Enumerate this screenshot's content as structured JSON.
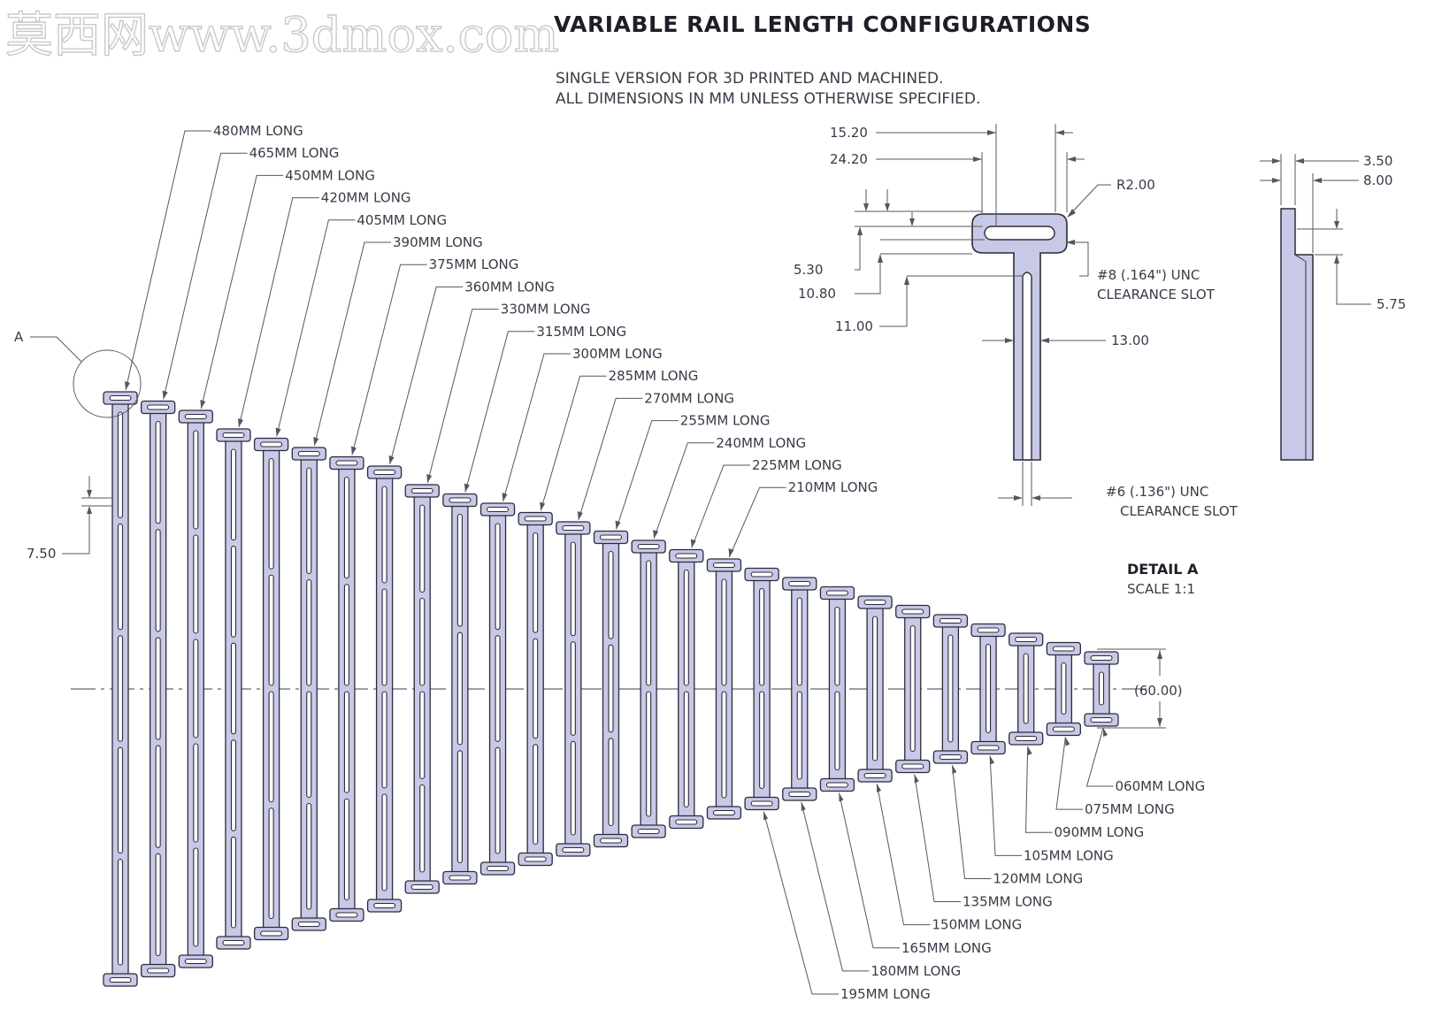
{
  "header": {
    "watermark": "莫西网www.3dmox.com",
    "title": "VARIABLE RAIL LENGTH CONFIGURATIONS",
    "subtitle_lines": [
      "SINGLE VERSION FOR 3D PRINTED AND MACHINED.",
      "ALL DIMENSIONS IN MM UNLESS OTHERWISE SPECIFIED."
    ]
  },
  "rails": [
    {
      "label": "480MM LONG",
      "length": 480
    },
    {
      "label": "465MM LONG",
      "length": 465
    },
    {
      "label": "450MM LONG",
      "length": 450
    },
    {
      "label": "420MM LONG",
      "length": 420
    },
    {
      "label": "405MM LONG",
      "length": 405
    },
    {
      "label": "390MM LONG",
      "length": 390
    },
    {
      "label": "375MM LONG",
      "length": 375
    },
    {
      "label": "360MM LONG",
      "length": 360
    },
    {
      "label": "330MM LONG",
      "length": 330
    },
    {
      "label": "315MM LONG",
      "length": 315
    },
    {
      "label": "300MM LONG",
      "length": 300
    },
    {
      "label": "285MM LONG",
      "length": 285
    },
    {
      "label": "270MM LONG",
      "length": 270
    },
    {
      "label": "255MM LONG",
      "length": 255
    },
    {
      "label": "240MM LONG",
      "length": 240
    },
    {
      "label": "225MM LONG",
      "length": 225
    },
    {
      "label": "210MM LONG",
      "length": 210
    },
    {
      "label": "195MM LONG",
      "length": 195
    },
    {
      "label": "180MM LONG",
      "length": 180
    },
    {
      "label": "165MM LONG",
      "length": 165
    },
    {
      "label": "150MM LONG",
      "length": 150
    },
    {
      "label": "135MM LONG",
      "length": 135
    },
    {
      "label": "120MM LONG",
      "length": 120
    },
    {
      "label": "105MM LONG",
      "length": 105
    },
    {
      "label": "090MM LONG",
      "length": 90
    },
    {
      "label": "075MM LONG",
      "length": 75
    },
    {
      "label": "060MM LONG",
      "length": 60
    }
  ],
  "dimensions": {
    "detail_callout": "A",
    "slot_gap": "7.50",
    "overall_min": "(60.00)",
    "d15_20": "15.20",
    "d24_20": "24.20",
    "r2_00": "R2.00",
    "d5_30": "5.30",
    "d10_80": "10.80",
    "d11_00": "11.00",
    "d13_00": "13.00",
    "d3_50": "3.50",
    "d8_00": "8.00",
    "d5_75": "5.75"
  },
  "notes": {
    "slot8_line1": "#8 (.164\") UNC",
    "slot8_line2": "CLEARANCE SLOT",
    "slot6_line1": "#6 (.136\") UNC",
    "slot6_line2": "CLEARANCE SLOT"
  },
  "detail": {
    "title": "DETAIL A",
    "scale": "SCALE 1:1"
  },
  "colors": {
    "part_fill": "#c8c9e6",
    "outline": "#2b2b3a",
    "text": "#3a3a48"
  }
}
